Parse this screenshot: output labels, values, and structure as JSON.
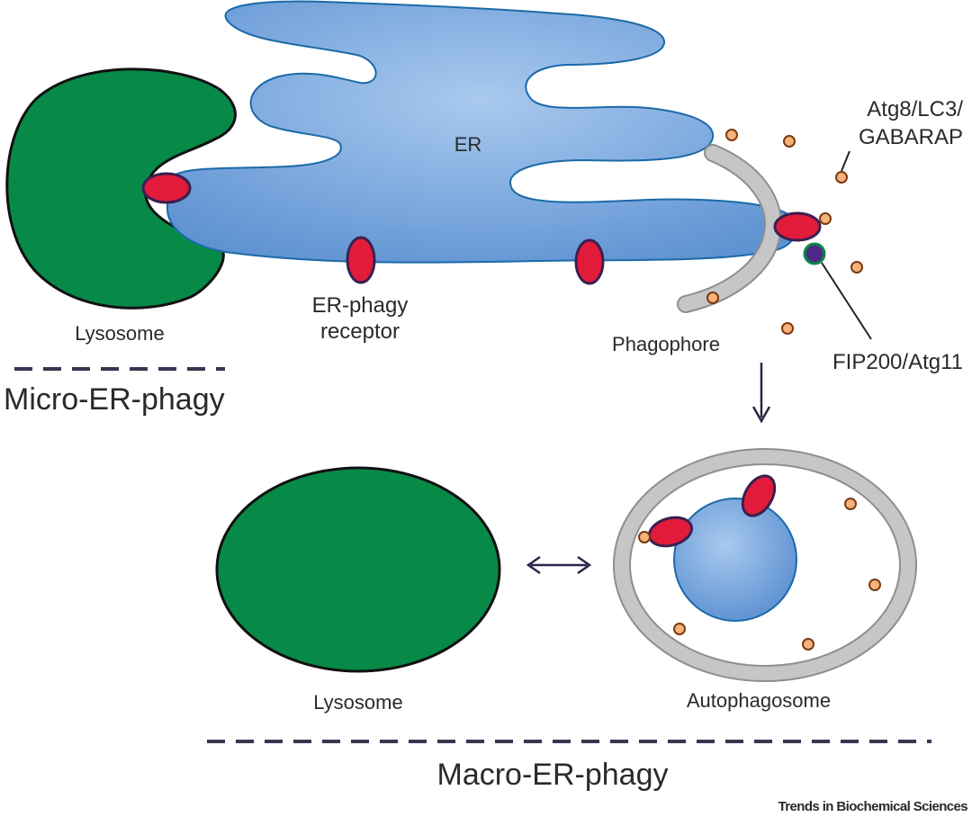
{
  "labels": {
    "er": "ER",
    "micro_lysosome": "Lysosome",
    "receptor_line1": "ER-phagy",
    "receptor_line2": "receptor",
    "phagophore": "Phagophore",
    "atg8_line1": "Atg8/LC3/",
    "atg8_line2": "GABARAP",
    "fip200": "FIP200/Atg11",
    "micro_title": "Micro-ER-phagy",
    "macro_lysosome": "Lysosome",
    "autophagosome": "Autophagosome",
    "macro_title": "Macro-ER-phagy",
    "source": "Trends in Biochemical Sciences"
  },
  "colors": {
    "lysosome_green": "#078a47",
    "er_blue": "#5e92d2",
    "er_blue_light": "#a9c9ee",
    "er_outline": "#1b6aa8",
    "receptor_red": "#e21b3b",
    "receptor_outline": "#3a2050",
    "membrane_gray": "#c6c6c6",
    "membrane_outline": "#8f8f8f",
    "atg8_orange": "#f6b27a",
    "fip200_purple": "#4c2b86",
    "fip200_ring": "#0d8a47",
    "arrow": "#2b2545",
    "dash": "#3a3550"
  }
}
